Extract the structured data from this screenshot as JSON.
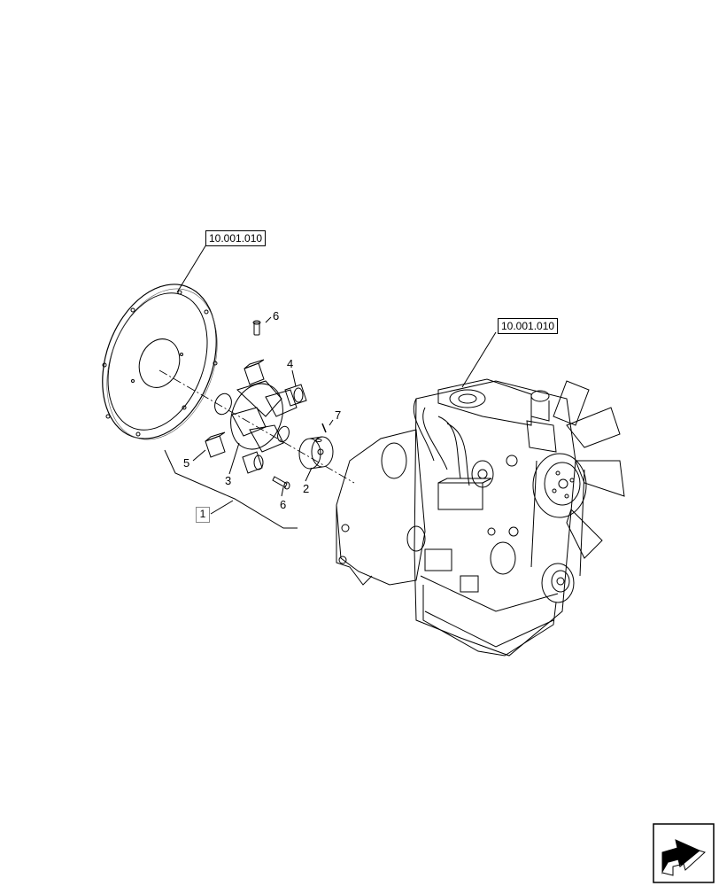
{
  "references": {
    "flywheel_ref": "10.001.010",
    "engine_ref": "10.001.010"
  },
  "callouts": {
    "c1": "1",
    "c2": "2",
    "c3": "3",
    "c4": "4",
    "c5": "5",
    "c6_top": "6",
    "c6_bottom": "6",
    "c7": "7"
  },
  "colors": {
    "line": "#000000",
    "background": "#ffffff"
  },
  "icons": {
    "nav": "navigation-arrow-icon"
  }
}
